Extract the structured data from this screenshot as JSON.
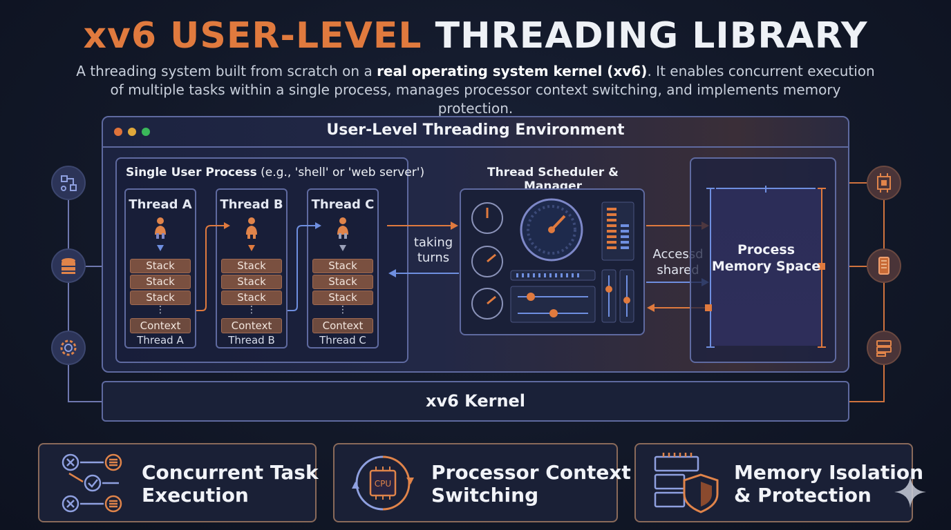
{
  "header": {
    "title_accent": "xv6 USER-LEVEL",
    "title_main": "THREADING LIBRARY",
    "subtitle_pre": "A threading system built from scratch on a ",
    "subtitle_bold": "real operating system kernel (xv6)",
    "subtitle_post": ". It enables concurrent execution of multiple tasks within a single process, manages processor context switching, and implements memory protection."
  },
  "environment": {
    "title": "User-Level Threading Environment",
    "window_dots": [
      "#e0733a",
      "#e0a83a",
      "#3ab85a"
    ]
  },
  "process": {
    "label_bold": "Single User Process",
    "label_rest": " (e.g., 'shell' or 'web server')"
  },
  "threads": [
    {
      "title": "Thread A",
      "stack_rows": [
        "Stack",
        "Stack",
        "Stack"
      ],
      "dots": "⋮",
      "context": "Context",
      "footer": "Thread A"
    },
    {
      "title": "Thread B",
      "stack_rows": [
        "Stack",
        "Stack",
        "Stack"
      ],
      "dots": "⋮",
      "context": "Context",
      "footer": "Thread B"
    },
    {
      "title": "Thread C",
      "stack_rows": [
        "Stack",
        "Stack",
        "Stack"
      ],
      "dots": "⋮",
      "context": "Context",
      "footer": "Thread C"
    }
  ],
  "scheduler": {
    "label": "Thread Scheduler & Manager",
    "taking_turns": "taking turns"
  },
  "memory": {
    "access_label": "Accessd shared",
    "label": "Process Memory Space"
  },
  "kernel": {
    "label": "xv6 Kernel"
  },
  "side_icons_left": [
    "workflow-icon",
    "database-icon",
    "gear-cog-icon"
  ],
  "side_icons_right": [
    "chip-icon",
    "memory-module-icon",
    "storage-icon"
  ],
  "features": [
    {
      "label": "Concurrent Task Execution",
      "line1": "Concurrent Task",
      "line2": "Execution",
      "icon": "task-flow-icon"
    },
    {
      "label": "Processor Context Switching",
      "line1": "Processor Context",
      "line2": "Switching",
      "icon": "cpu-cycle-icon"
    },
    {
      "label": "Memory Isolation & Protection",
      "line1": "Memory Isolation",
      "line2": "& Protection",
      "icon": "memory-shield-icon"
    }
  ],
  "chip_text": "CPU",
  "colors": {
    "accent": "#e07a3e",
    "frame": "#5f6aa0",
    "blue_arrow": "#6f8fe0",
    "stack": "#7a5040"
  }
}
